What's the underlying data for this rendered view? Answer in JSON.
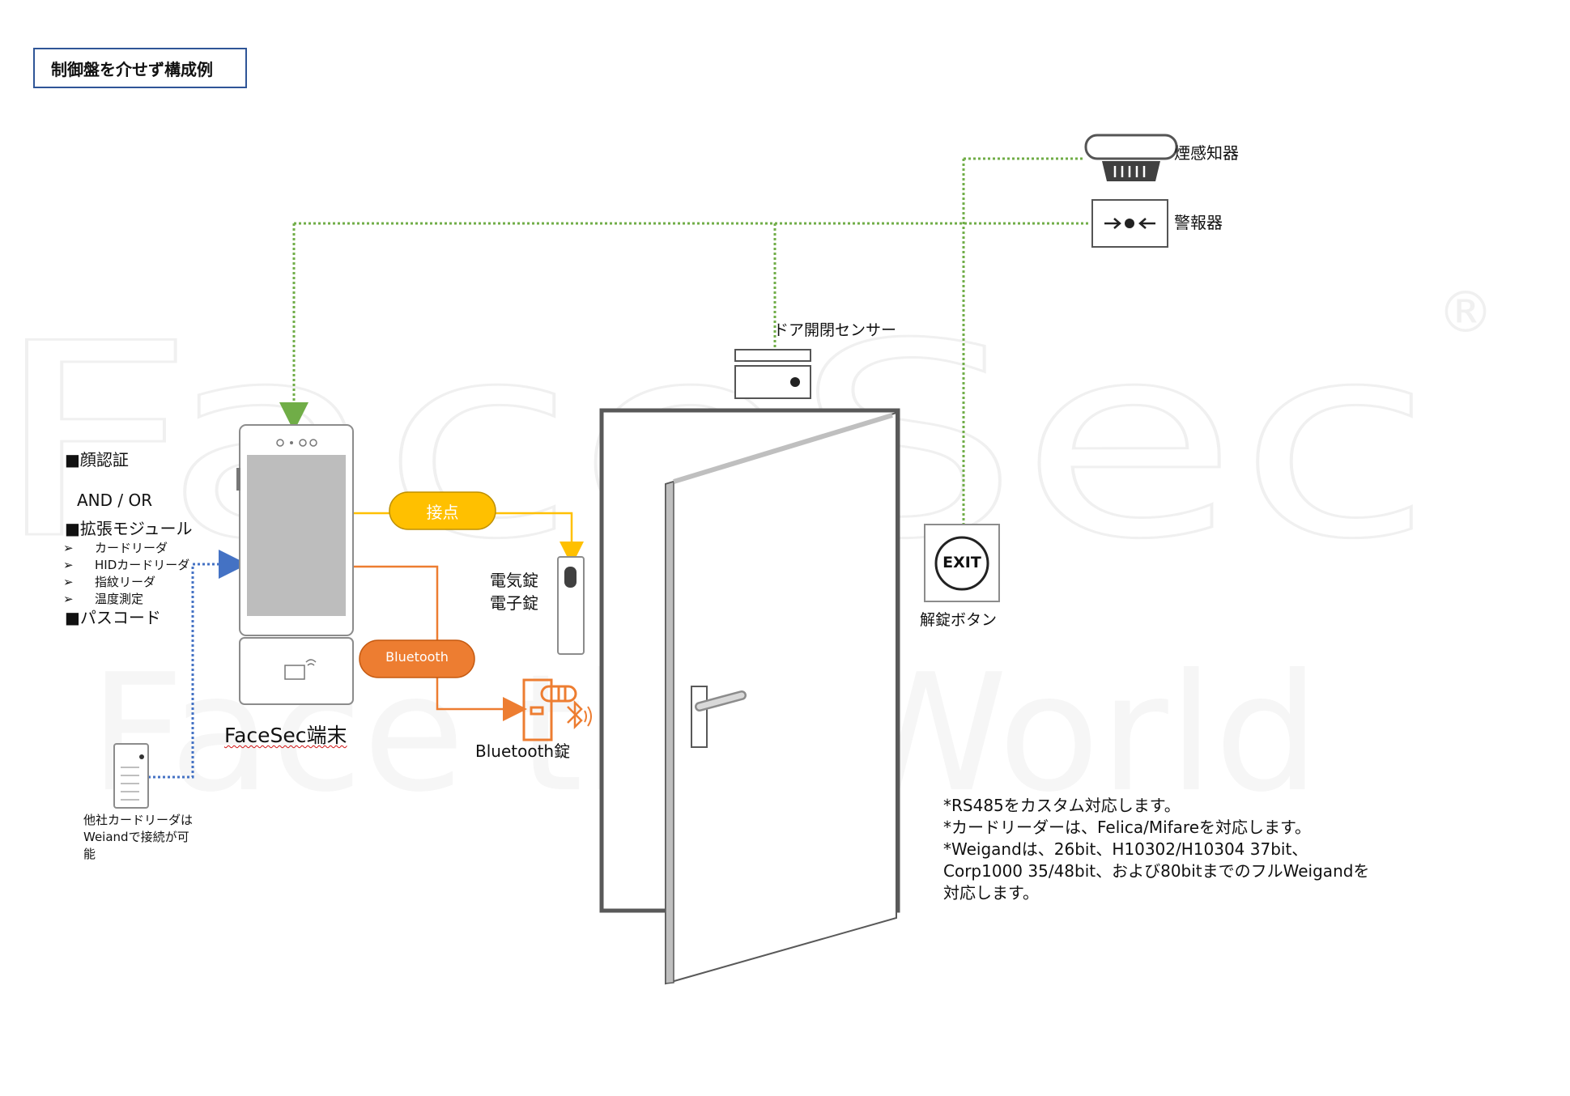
{
  "title": "制御盤を介せず構成例",
  "watermark": {
    "brand": "FaceSec",
    "registered_mark": "®",
    "tagline": "Face the World"
  },
  "features": {
    "face_auth": "■顔認証",
    "and_or": "AND / OR",
    "ext_module": "■拡張モジュール",
    "sub_items": [
      {
        "arrow": "➢",
        "label": "カードリーダ"
      },
      {
        "arrow": "➢",
        "label": "HIDカードリーダ"
      },
      {
        "arrow": "➢",
        "label": "指紋リーダ"
      },
      {
        "arrow": "➢",
        "label": "温度測定"
      }
    ],
    "passcode": "■パスコード"
  },
  "devices": {
    "terminal": "FaceSec端末",
    "contact": "接点",
    "bluetooth": "Bluetooth",
    "electric_lock": [
      "電気錠",
      "電子錠"
    ],
    "bluetooth_lock": "Bluetooth錠",
    "door_sensor": "ドア開閉センサー",
    "smoke_detector": "煙感知器",
    "alarm": "警報器",
    "exit_button_text": "EXIT",
    "exit_button_label": "解錠ボタン",
    "third_party_reader": [
      "他社カードリーダは",
      "Weiandで接続が可",
      "能"
    ]
  },
  "notes": [
    "*RS485をカスタム対応します。",
    "*カードリーダーは、Felica/Mifareを対応します。",
    "*Weigandは、26bit、H10302/H10304 37bit、",
    "Corp1000 35/48bit、および80bitまでのフルWeigandを",
    "対応します。"
  ],
  "colors": {
    "green_line": "#70ad47",
    "orange": "#ed7d31",
    "gold": "#ffc000",
    "blue_line": "#4472c4",
    "title_border": "#2f5597"
  }
}
